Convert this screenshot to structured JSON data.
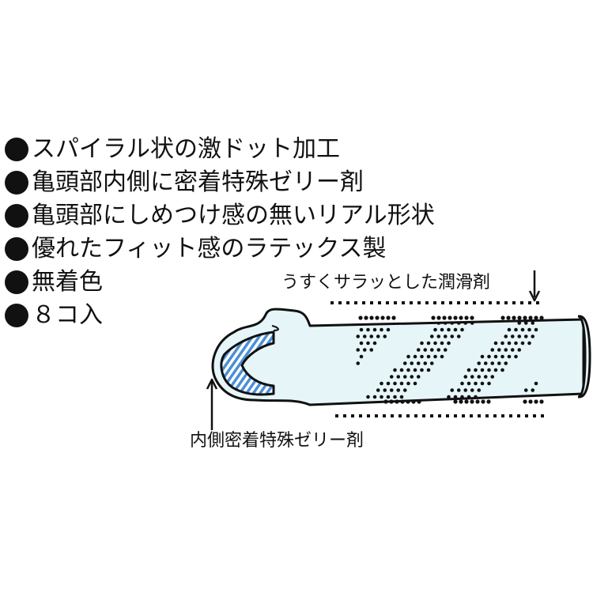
{
  "features": [
    "スパイラル状の激ドット加工",
    "亀頭部内側に密着特殊ゼリー剤",
    "亀頭部にしめつけ感の無いリアル形状",
    "優れたフィット感のラテックス製",
    "無着色",
    "８コ入"
  ],
  "diagram": {
    "lube_label": "うすくサラッとした潤滑剤",
    "gel_label": "内側密着特殊ゼリー剤",
    "colors": {
      "body_fill": "#e6f5f8",
      "gel_stripe": "#4a8fd6",
      "gel_light": "#ffffff",
      "outline": "#111111",
      "dots": "#111111"
    }
  }
}
